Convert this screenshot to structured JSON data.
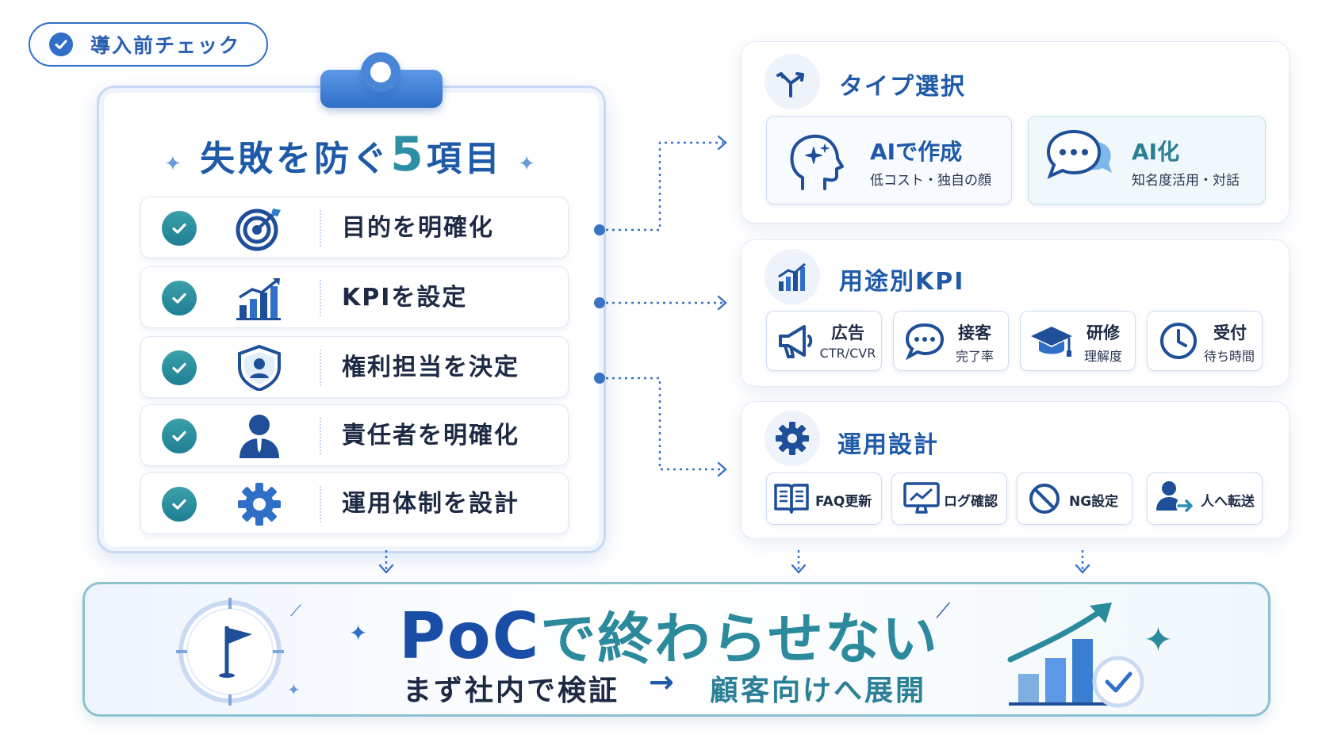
{
  "badge": {
    "label": "導入前チェック",
    "icon": "check-circle-icon"
  },
  "checklist": {
    "title_prefix": "失敗を防ぐ",
    "title_number": "5",
    "title_suffix": "項目",
    "items": [
      {
        "label": "目的を明確化",
        "icon": "target-icon"
      },
      {
        "label": "KPIを設定",
        "icon": "bar-chart-icon"
      },
      {
        "label": "権利担当を決定",
        "icon": "shield-user-icon"
      },
      {
        "label": "責任者を明確化",
        "icon": "person-icon"
      },
      {
        "label": "運用体制を設計",
        "icon": "gear-icon"
      }
    ]
  },
  "type_panel": {
    "title": "タイプ選択",
    "icon": "branch-icon",
    "options": [
      {
        "title": "AIで作成",
        "sub": "低コスト・独自の顔",
        "icon": "ai-head-icon"
      },
      {
        "title": "AI化",
        "sub": "知名度活用・対話",
        "icon": "chat-bubble-icon"
      }
    ]
  },
  "kpi_panel": {
    "title": "用途別KPI",
    "icon": "bar-chart-icon",
    "items": [
      {
        "title": "広告",
        "sub": "CTR/CVR",
        "icon": "megaphone-icon"
      },
      {
        "title": "接客",
        "sub": "完了率",
        "icon": "chat-icon"
      },
      {
        "title": "研修",
        "sub": "理解度",
        "icon": "graduation-cap-icon"
      },
      {
        "title": "受付",
        "sub": "待ち時間",
        "icon": "clock-icon"
      }
    ]
  },
  "ops_panel": {
    "title": "運用設計",
    "icon": "gear-icon",
    "items": [
      {
        "label": "FAQ更新",
        "icon": "book-icon"
      },
      {
        "label": "ログ確認",
        "icon": "monitor-chart-icon"
      },
      {
        "label": "NG設定",
        "icon": "prohibited-icon"
      },
      {
        "label": "人へ転送",
        "icon": "person-transfer-icon"
      }
    ]
  },
  "banner": {
    "headline_poc": "PoC",
    "headline_rest": "で終わらせない",
    "sub_left": "まず社内で検証",
    "arrow": "→",
    "sub_right": "顧客向けへ展開",
    "left_icon": "compass-flag-icon",
    "right_icon": "growth-chart-check-icon"
  },
  "colors": {
    "primary": "#1e5aa8",
    "teal": "#2b8a9c",
    "accent_blue": "#2f6fc8"
  }
}
